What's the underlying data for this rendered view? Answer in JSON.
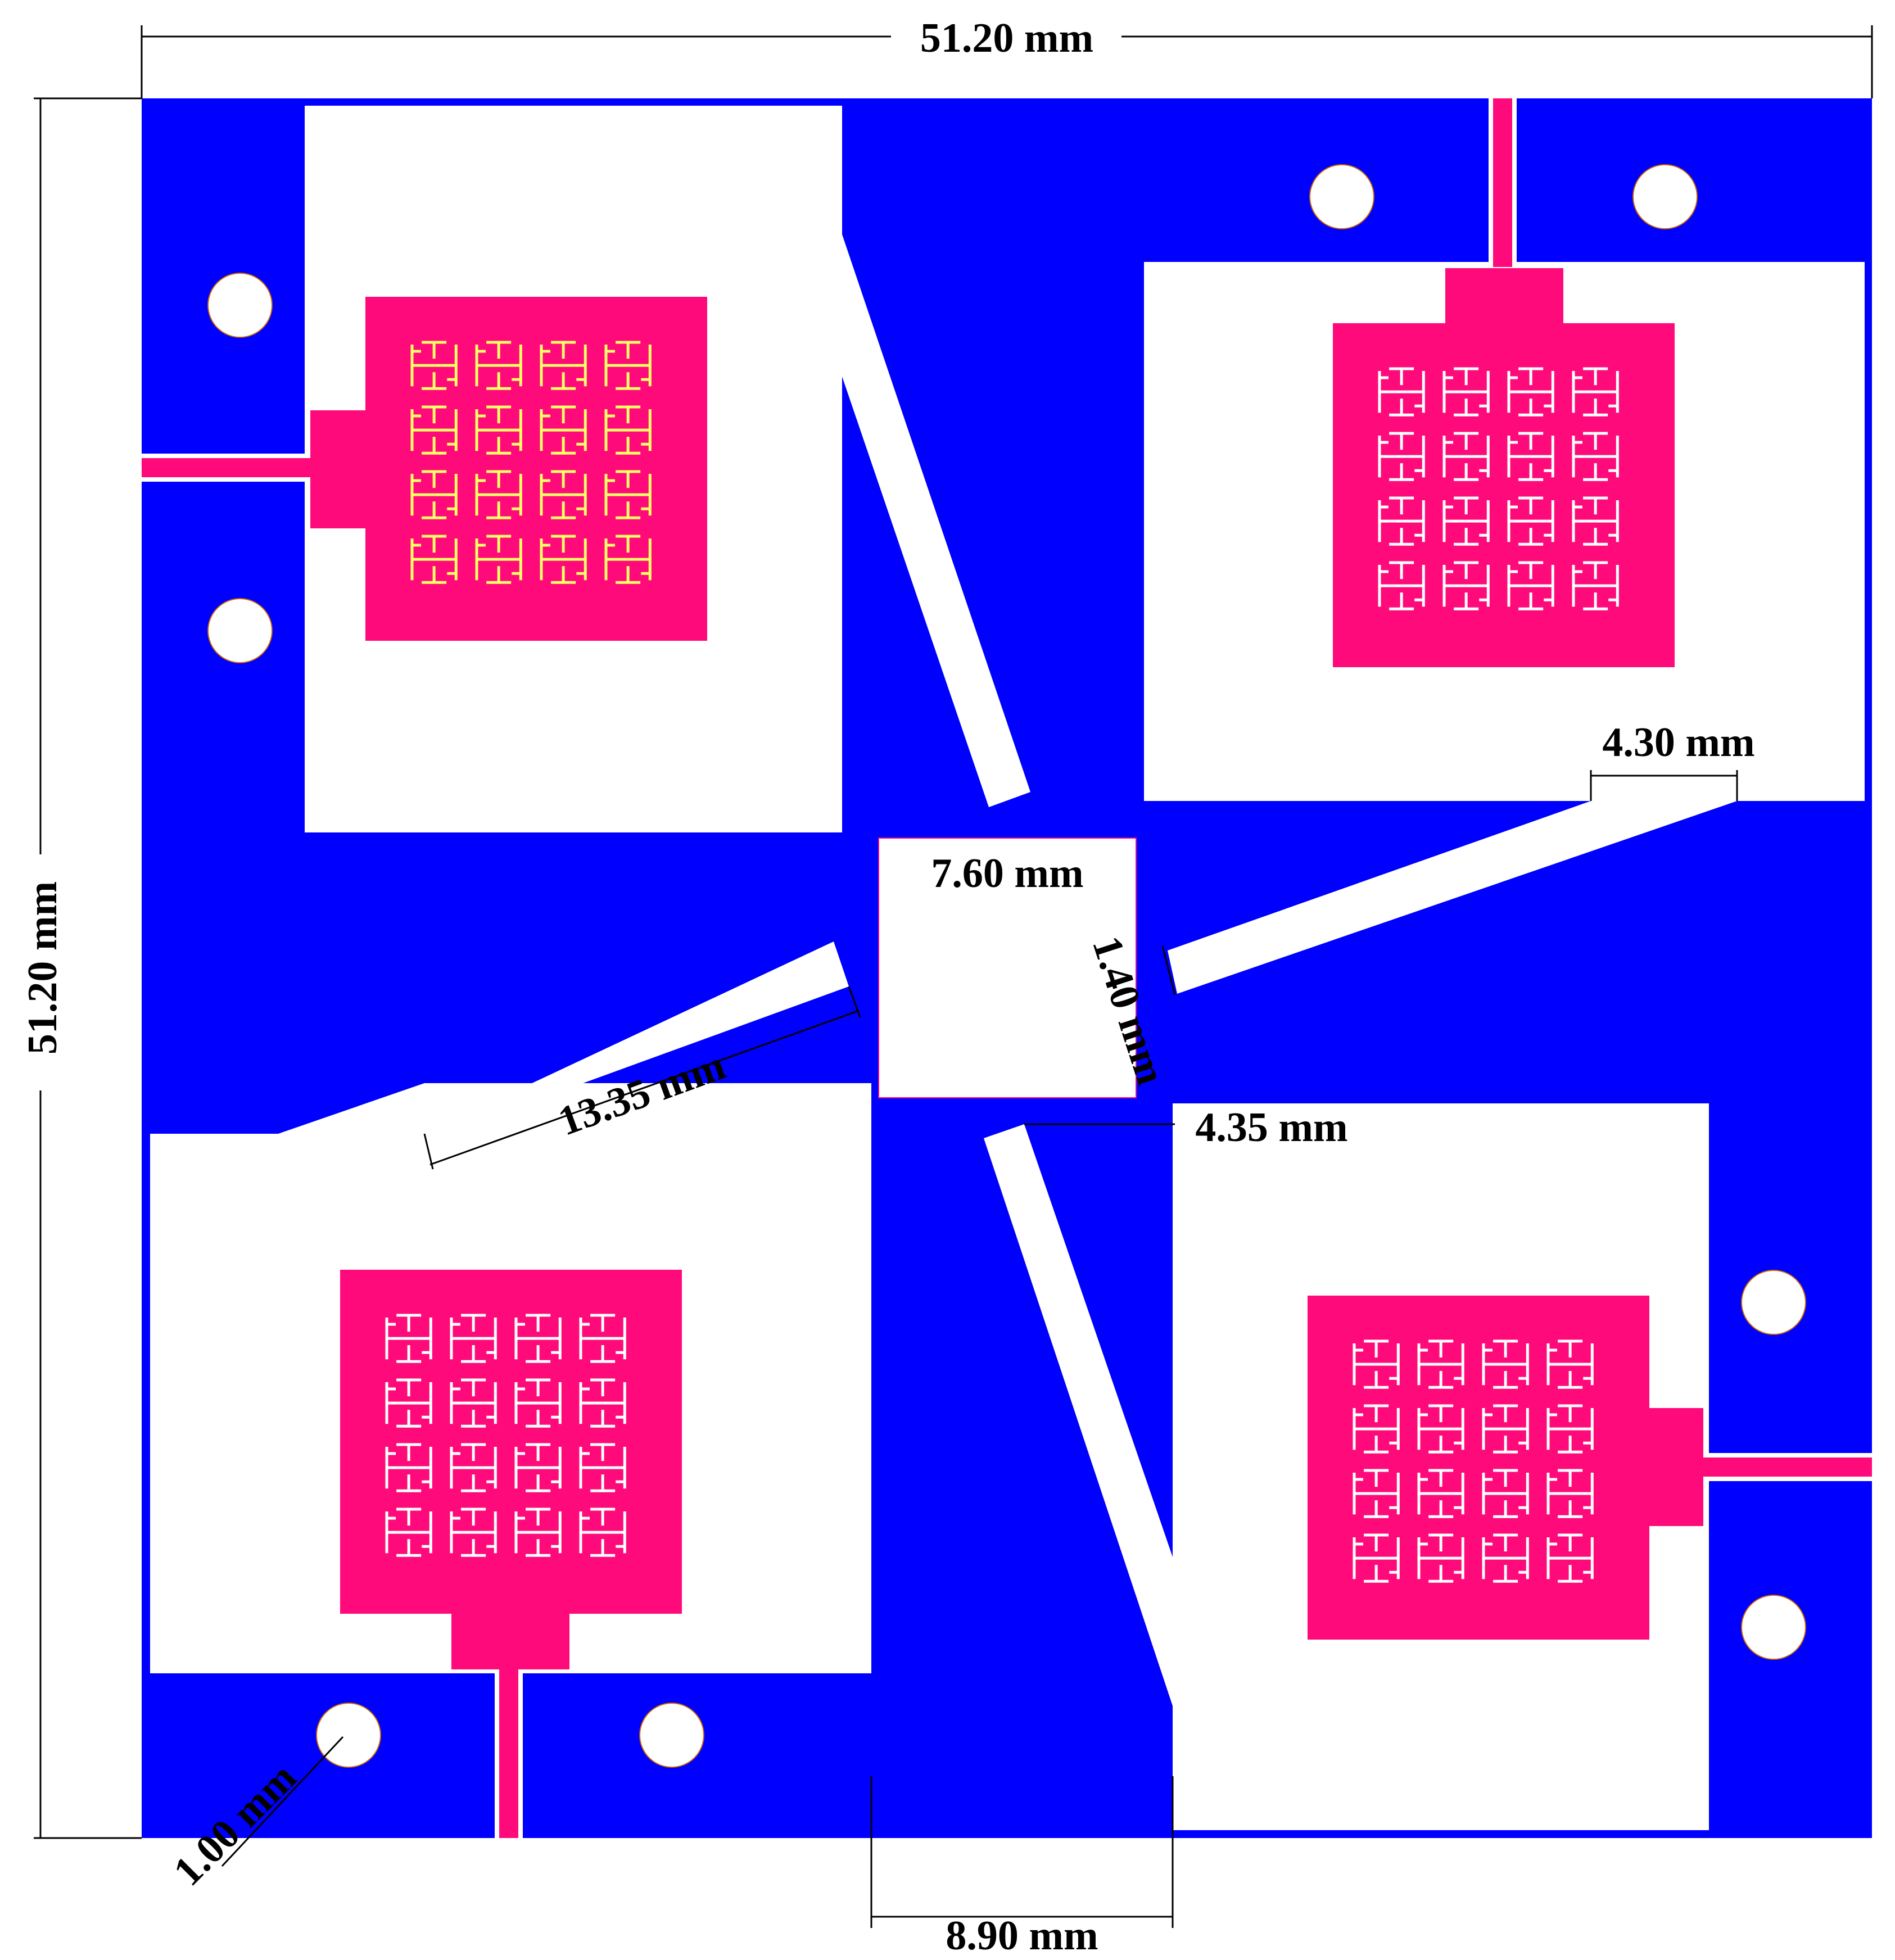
{
  "colors": {
    "substrate": "#0000ff",
    "patch": "#ff0a7a",
    "slot": "#ffffff",
    "dimension": "#000000"
  },
  "dimensions": {
    "overall_width": "51.20 mm",
    "overall_height": "51.20 mm",
    "center_square": "7.60 mm",
    "slot_width": "1.40 mm",
    "slot_length": "13.35 mm",
    "feed_gap_top": "4.30 mm",
    "feed_gap_center": "4.35 mm",
    "bottom_gap": "8.90 mm",
    "hole_diameter": "1.00 mm"
  },
  "elements": {
    "patches": [
      "top-left",
      "top-right",
      "bottom-left",
      "bottom-right"
    ],
    "holes_count": 8,
    "fractal_rows": 4,
    "fractal_cols": 4
  }
}
